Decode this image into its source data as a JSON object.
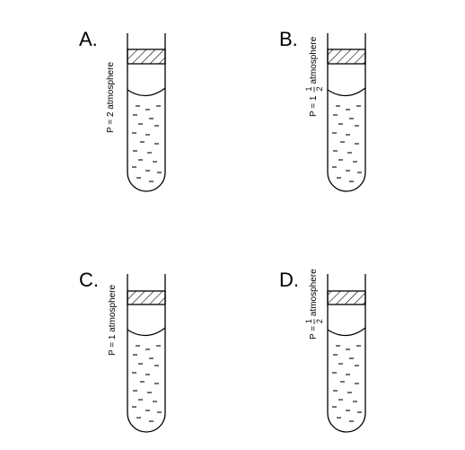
{
  "panels": [
    {
      "letter": "A.",
      "pressure": {
        "prefix": "P = 2",
        "whole": "",
        "numerator": "",
        "denominator": "",
        "suffix": "atmosphere"
      }
    },
    {
      "letter": "B.",
      "pressure": {
        "prefix": "P = 1",
        "whole": "",
        "numerator": "1",
        "denominator": "2",
        "suffix": "atmosphere"
      }
    },
    {
      "letter": "C.",
      "pressure": {
        "prefix": "P = 1",
        "whole": "",
        "numerator": "",
        "denominator": "",
        "suffix": "atmosphere"
      }
    },
    {
      "letter": "D.",
      "pressure": {
        "prefix": "P =",
        "whole": "",
        "numerator": "1",
        "denominator": "2",
        "suffix": "atmosphere"
      }
    }
  ]
}
